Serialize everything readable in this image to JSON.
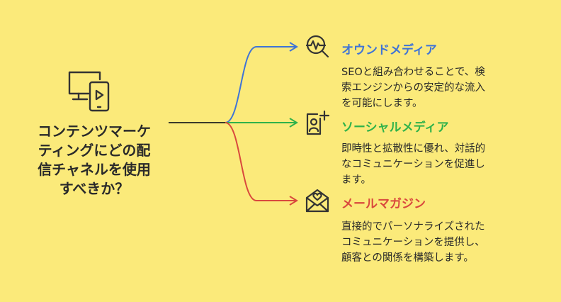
{
  "question": "コンテンツマーケ\nティングにどの配\n信チャネルを使用\nすべきか？",
  "center_icon": "devices-play-icon",
  "branches": [
    {
      "title": "オウンドメディア",
      "description": "SEOと組み合わせることで、検\n索エンジンからの安定的な流入\nを可能にします。",
      "icon": "search-pulse-icon",
      "color": "#3F74D6"
    },
    {
      "title": "ソーシャルメディア",
      "description": "即時性と拡散性に優れ、対話的\nなコミュニケーションを促進し\nます。",
      "icon": "user-add-icon",
      "color": "#2FB24A"
    },
    {
      "title": "メールマガジン",
      "description": "直接的でパーソナライズされた\nコミュニケーションを提供し、\n顧客との関係を構築します。",
      "icon": "heart-mail-icon",
      "color": "#D9493D"
    }
  ]
}
